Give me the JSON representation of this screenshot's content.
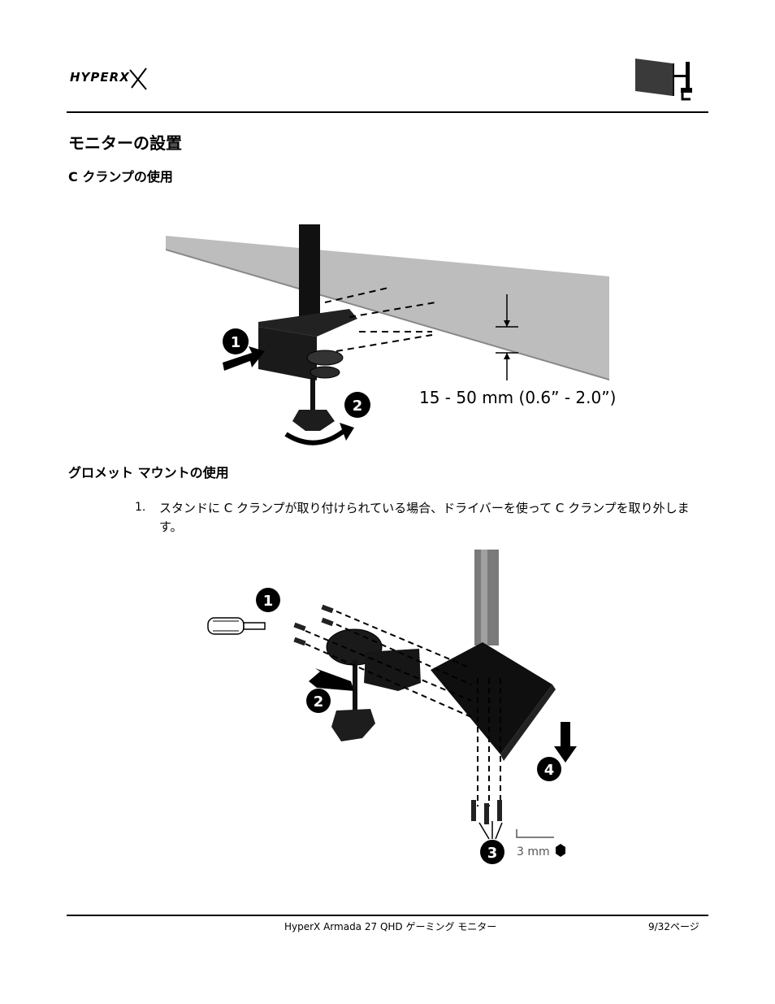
{
  "header": {
    "logo_text": "HYPERX",
    "logo_icon": "hyperx-logo-icon",
    "section_icon": "monitor-arm-icon"
  },
  "content": {
    "page_title": "モニターの設置",
    "section1_title": "C クランプの使用",
    "figure1": {
      "callouts": [
        "1",
        "2"
      ],
      "dimension_label": "15 - 50 mm (0.6” - 2.0”)"
    },
    "section2_title": "グロメット マウントの使用",
    "steps": [
      {
        "number": "1.",
        "text": "スタンドに C クランプが取り付けられている場合、ドライバーを使って C クランプを取り外します。"
      }
    ],
    "figure2": {
      "callouts": [
        "1",
        "2",
        "3",
        "4"
      ],
      "hex_key_label": "3 mm"
    }
  },
  "footer": {
    "doc_title": "HyperX Armada 27 QHD ゲーミング モニター",
    "page_number": "9/32ページ"
  }
}
